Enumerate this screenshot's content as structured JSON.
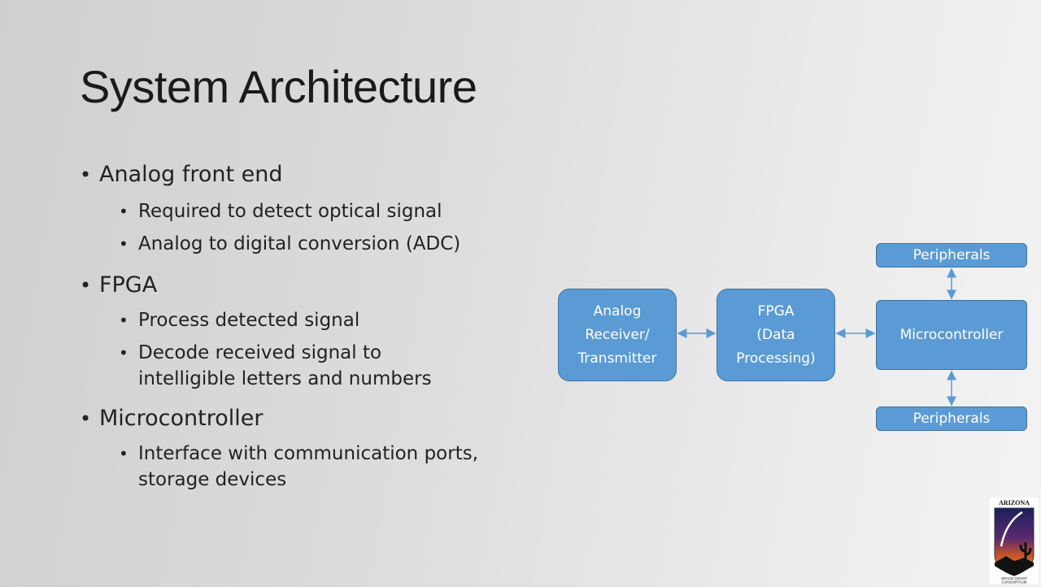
{
  "slide": {
    "title": "System Architecture"
  },
  "bullets": [
    {
      "text": "Analog front end",
      "subs": [
        "Required to detect optical signal",
        "Analog to digital conversion (ADC)"
      ]
    },
    {
      "text": "FPGA",
      "subs": [
        "Process detected signal",
        "Decode received signal to intelligible letters and numbers"
      ]
    },
    {
      "text": "Microcontroller",
      "subs": [
        "Interface with communication ports, storage devices"
      ]
    }
  ],
  "diagram": {
    "analog_box": "Analog\nReceiver/\nTransmitter",
    "fpga_box": "FPGA\n(Data\nProcessing)",
    "mcu_box": "Microcontroller",
    "peripherals_top": "Peripherals",
    "peripherals_bottom": "Peripherals",
    "box_color": "#5b9bd5",
    "arrow_color": "#5b9bd5"
  },
  "logo": {
    "text_top": "ARIZONA",
    "text_bottom": "SPACE GRANT CONSORTIUM"
  }
}
